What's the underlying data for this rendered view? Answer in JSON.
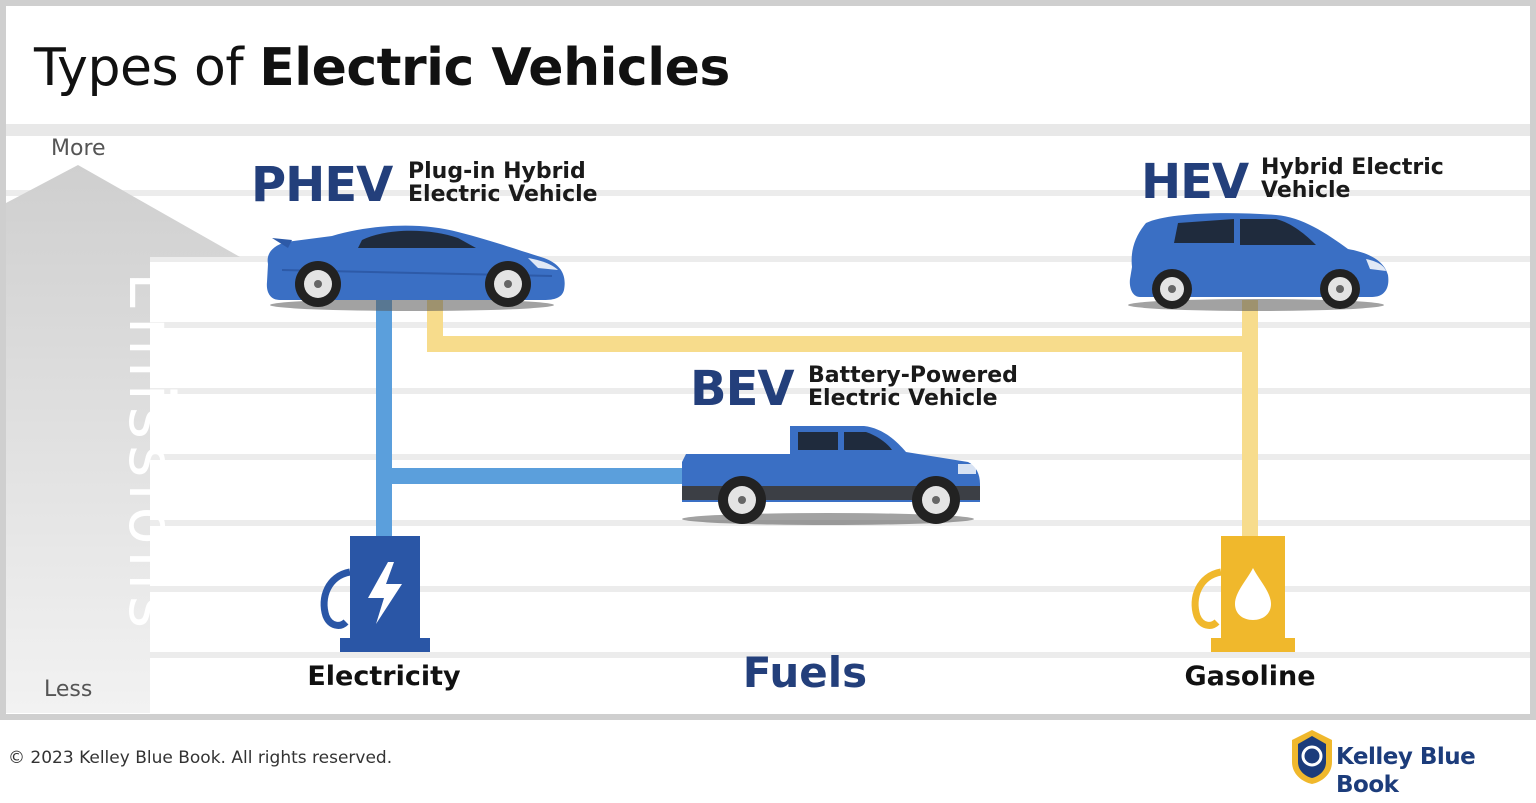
{
  "title": {
    "regular": "Types of ",
    "bold": "Electric Vehicles"
  },
  "axis": {
    "top": "More",
    "label": "Emissions",
    "bottom": "Less"
  },
  "vehicles": [
    {
      "abbr": "PHEV",
      "full": "Plug-in Hybrid\nElectric Vehicle",
      "color": "#3a6fc4",
      "type": "sports-car"
    },
    {
      "abbr": "HEV",
      "full": "Hybrid Electric\nVehicle",
      "color": "#3a6fc4",
      "type": "hatchback"
    },
    {
      "abbr": "BEV",
      "full": "Battery-Powered\nElectric Vehicle",
      "color": "#3a6fc4",
      "type": "pickup-truck"
    }
  ],
  "fuels": {
    "heading": "Fuels",
    "electricity": {
      "label": "Electricity",
      "icon": "electric-charger-icon",
      "color": "#2a56a6"
    },
    "gasoline": {
      "label": "Gasoline",
      "icon": "gas-pump-icon",
      "color": "#f0b82c"
    }
  },
  "connectors": {
    "electric_color": "#5b9fdc",
    "gas_color": "#f7dc8c"
  },
  "footer": {
    "copyright": "© 2023 Kelley Blue Book. All rights reserved.",
    "brand": "Kelley Blue Book"
  }
}
